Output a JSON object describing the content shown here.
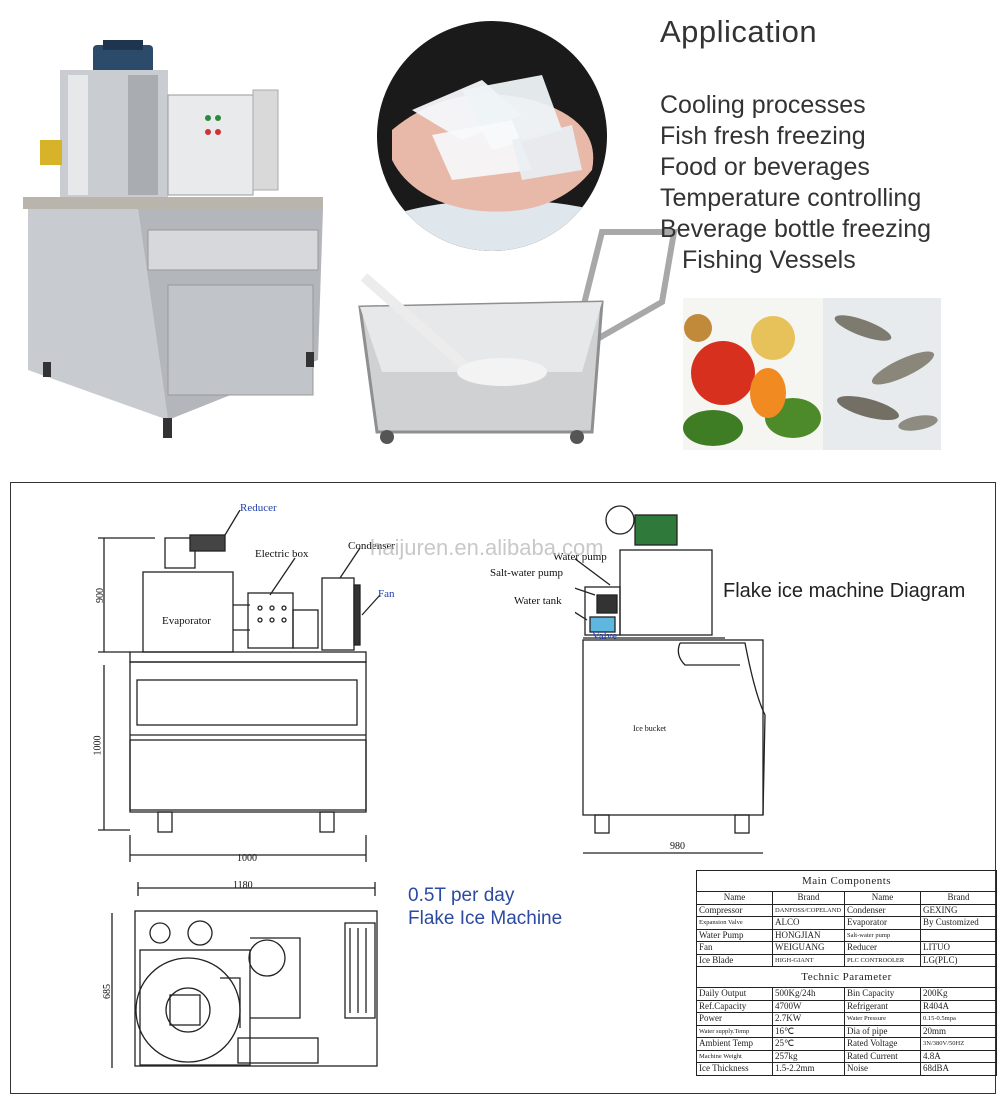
{
  "application": {
    "title": "Application",
    "items": [
      "Cooling processes",
      "Fish fresh freezing",
      "Food or beverages",
      "Temperature controlling",
      "Beverage bottle freezing",
      "Fishing Vessels"
    ]
  },
  "diagram": {
    "title": "Flake ice machine Diagram",
    "watermark": "haijuren.en.alibaba.com",
    "model_line1": "0.5T per day",
    "model_line2": "Flake Ice Machine",
    "front_labels": {
      "reducer": "Reducer",
      "electric_box": "Electric box",
      "condenser": "Condenser",
      "fan": "Fan",
      "evaporator": "Evaporator"
    },
    "side_labels": {
      "water_pump": "Water pump",
      "salt_water_pump": "Salt-water pump",
      "water_tank": "Water tank",
      "valve": "Valve",
      "ice_bucket": "Ice bucket"
    },
    "dimensions": {
      "h_top": "900",
      "h_body": "1000",
      "w_front": "1000",
      "w_side": "980",
      "w_top": "1180",
      "d_top": "685"
    }
  },
  "main_components": {
    "title": "Main Components",
    "headers": [
      "Name",
      "Brand",
      "Name",
      "Brand"
    ],
    "rows": [
      [
        "Compressor",
        "DANFOSS/COPELAND",
        "Condenser",
        "GEXING"
      ],
      [
        "Expansion Valve",
        "ALCO",
        "Evaporator",
        "By Customized"
      ],
      [
        "Water Pump",
        "HONGJIAN",
        "Salt-water pump",
        ""
      ],
      [
        "Fan",
        "WEIGUANG",
        "Reducer",
        "LITUO"
      ],
      [
        "Ice Blade",
        "HIGH-GIANT",
        "PLC CONTROOLER",
        "LG(PLC)"
      ]
    ]
  },
  "technic_parameter": {
    "title": "Technic Parameter",
    "rows": [
      [
        "Daily Output",
        "500Kg/24h",
        "Bin Capacity",
        "200Kg"
      ],
      [
        "Ref.Capacity",
        "4700W",
        "Refrigerant",
        "R404A"
      ],
      [
        "Power",
        "2.7KW",
        "Water Pressure",
        "0.15-0.5mpa"
      ],
      [
        "Water supply.Temp",
        "16℃",
        "Dia of pipe",
        "20mm"
      ],
      [
        "Ambient Temp",
        "25℃",
        "Rated Voltage",
        "3N/380V/50HZ"
      ],
      [
        "Machine Weight",
        "257kg",
        "Rated Current",
        "4.8A"
      ],
      [
        "Ice Thickness",
        "1.5-2.2mm",
        "Noise",
        "68dBA"
      ]
    ]
  }
}
